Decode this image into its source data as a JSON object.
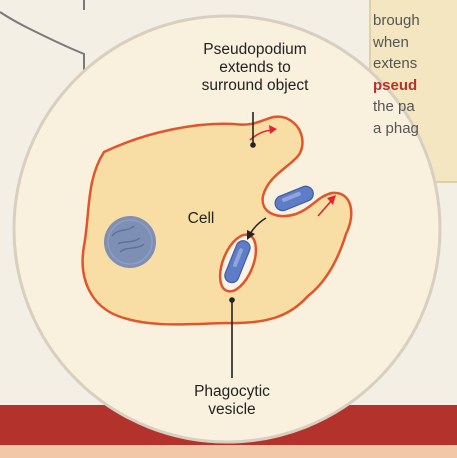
{
  "colors": {
    "background": "#f3efe4",
    "circle_fill": "#faf0de",
    "circle_edge": "#d8cfc0",
    "cell_fill": "#f8dea4",
    "membrane": "#e0552c",
    "bacterium": "#5f7cc7",
    "nucleus": "#7d8fb5",
    "arrow_red": "#e3262d",
    "infobox_fill": "#f3e6c0",
    "bottom_band": "#b3322c",
    "bottom_strip": "#f2c7a8",
    "key_term": "#b3322c"
  },
  "labels": {
    "pseudopodium": [
      "Pseudopodium",
      "extends to",
      "surround object"
    ],
    "cell": "Cell",
    "vesicle": [
      "Phagocytic",
      "vesicle"
    ]
  },
  "side_text": {
    "lines": [
      "brough",
      "when",
      "extens",
      "the pa",
      "a phag"
    ],
    "term": "pseud"
  }
}
